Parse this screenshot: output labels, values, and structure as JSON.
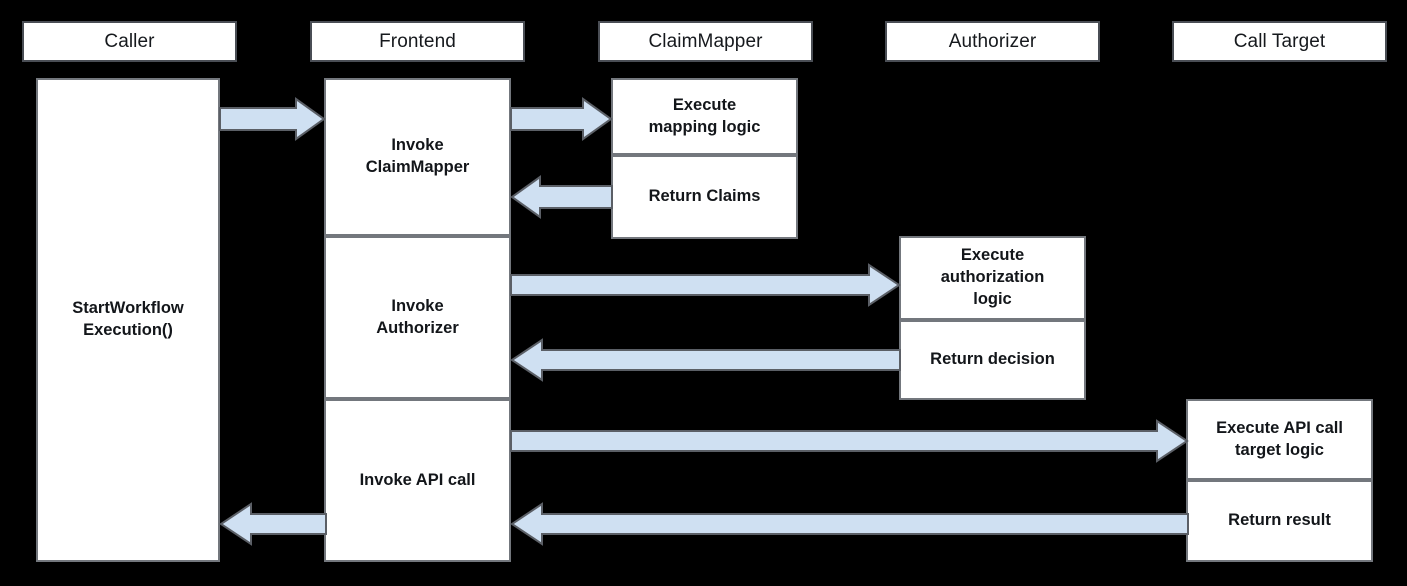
{
  "diagram": {
    "type": "sequence-diagram",
    "title": "",
    "background_color": "#000000",
    "box_fill": "#ffffff",
    "box_border": "#73777d",
    "header_border": "#4a4e55",
    "arrow_fill": "#cfe0f2",
    "arrow_stroke": "#5b5f66"
  },
  "lanes": [
    {
      "id": "caller",
      "label": "Caller"
    },
    {
      "id": "frontend",
      "label": "Frontend"
    },
    {
      "id": "claimmapper",
      "label": "ClaimMapper"
    },
    {
      "id": "authorizer",
      "label": "Authorizer"
    },
    {
      "id": "calltarget",
      "label": "Call Target"
    }
  ],
  "activations": {
    "caller": [
      {
        "id": "caller-start",
        "label": "StartWorkflow\nExecution()"
      }
    ],
    "frontend": [
      {
        "id": "fe-invoke-claimmapper",
        "label": "Invoke\nClaimMapper"
      },
      {
        "id": "fe-invoke-authorizer",
        "label": "Invoke\nAuthorizer"
      },
      {
        "id": "fe-invoke-api-call",
        "label": "Invoke API call"
      }
    ],
    "claimmapper": [
      {
        "id": "cm-execute-mapping",
        "label": "Execute\nmapping logic"
      },
      {
        "id": "cm-return-claims",
        "label": "Return Claims"
      }
    ],
    "authorizer": [
      {
        "id": "az-execute-auth",
        "label": "Execute\nauthorization\nlogic"
      },
      {
        "id": "az-return-decision",
        "label": "Return decision"
      }
    ],
    "calltarget": [
      {
        "id": "ct-execute-api",
        "label": "Execute API call\ntarget logic"
      },
      {
        "id": "ct-return-result",
        "label": "Return result"
      }
    ]
  },
  "messages": [
    {
      "id": "msg-caller-to-frontend",
      "from": "caller",
      "to": "frontend",
      "direction": "right",
      "label": ""
    },
    {
      "id": "msg-frontend-to-claimmapper",
      "from": "frontend",
      "to": "claimmapper",
      "direction": "right",
      "label": ""
    },
    {
      "id": "msg-claimmapper-to-frontend",
      "from": "claimmapper",
      "to": "frontend",
      "direction": "left",
      "label": ""
    },
    {
      "id": "msg-frontend-to-authorizer",
      "from": "frontend",
      "to": "authorizer",
      "direction": "right",
      "label": ""
    },
    {
      "id": "msg-authorizer-to-frontend",
      "from": "authorizer",
      "to": "frontend",
      "direction": "left",
      "label": ""
    },
    {
      "id": "msg-frontend-to-calltarget",
      "from": "frontend",
      "to": "calltarget",
      "direction": "right",
      "label": ""
    },
    {
      "id": "msg-calltarget-to-frontend",
      "from": "calltarget",
      "to": "frontend",
      "direction": "left",
      "label": ""
    },
    {
      "id": "msg-frontend-to-caller",
      "from": "frontend",
      "to": "caller",
      "direction": "left",
      "label": ""
    }
  ]
}
